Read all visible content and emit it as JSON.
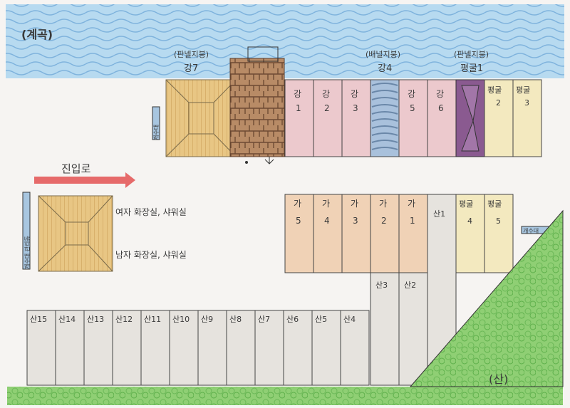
{
  "stream": {
    "label": "(계곡)"
  },
  "top_row": {
    "pavilion": {
      "note": "(판넬지붕)",
      "name": "강7"
    },
    "river_label_note": "(배널지붕)",
    "river_label_name": "강4",
    "pyeong_note": "(판넬지붕)",
    "pyeong_name": "평굴1",
    "units": [
      {
        "l1": "강",
        "l2": "1"
      },
      {
        "l1": "강",
        "l2": "2"
      },
      {
        "l1": "강",
        "l2": "3"
      },
      {
        "l1": "강",
        "l2": "5"
      },
      {
        "l1": "강",
        "l2": "6"
      },
      {
        "l1": "평굴",
        "l2": "2"
      },
      {
        "l1": "평굴",
        "l2": "3"
      }
    ],
    "side_sign": "개수대"
  },
  "entrance": {
    "label": "진입로"
  },
  "facilities": {
    "side_sign": "개수대 관리동",
    "women": "여자 화장실, 샤워실",
    "men": "남자 화장실, 샤워실"
  },
  "middle_row": {
    "units": [
      {
        "l1": "가",
        "l2": "5"
      },
      {
        "l1": "가",
        "l2": "4"
      },
      {
        "l1": "가",
        "l2": "3"
      },
      {
        "l1": "가",
        "l2": "2"
      },
      {
        "l1": "가",
        "l2": "1"
      },
      {
        "l1": "산1",
        "l2": ""
      },
      {
        "l1": "평굴",
        "l2": "4"
      },
      {
        "l1": "평굴",
        "l2": "5"
      }
    ],
    "side_sign": "개수대"
  },
  "mid_small": [
    "산3",
    "산2"
  ],
  "bottom_row": [
    "산15",
    "산14",
    "산13",
    "산12",
    "산11",
    "산10",
    "산9",
    "산8",
    "산7",
    "산6",
    "산5",
    "산4"
  ],
  "mountain": {
    "label": "(산)"
  },
  "colors": {
    "water": "#8fc3e6",
    "pink": "#e9cfd0",
    "peach": "#f0d2b6",
    "yellow": "#f3e9bf",
    "gray": "#e9e6e1",
    "purple": "#8a5a90",
    "grass": "#76c25b"
  }
}
